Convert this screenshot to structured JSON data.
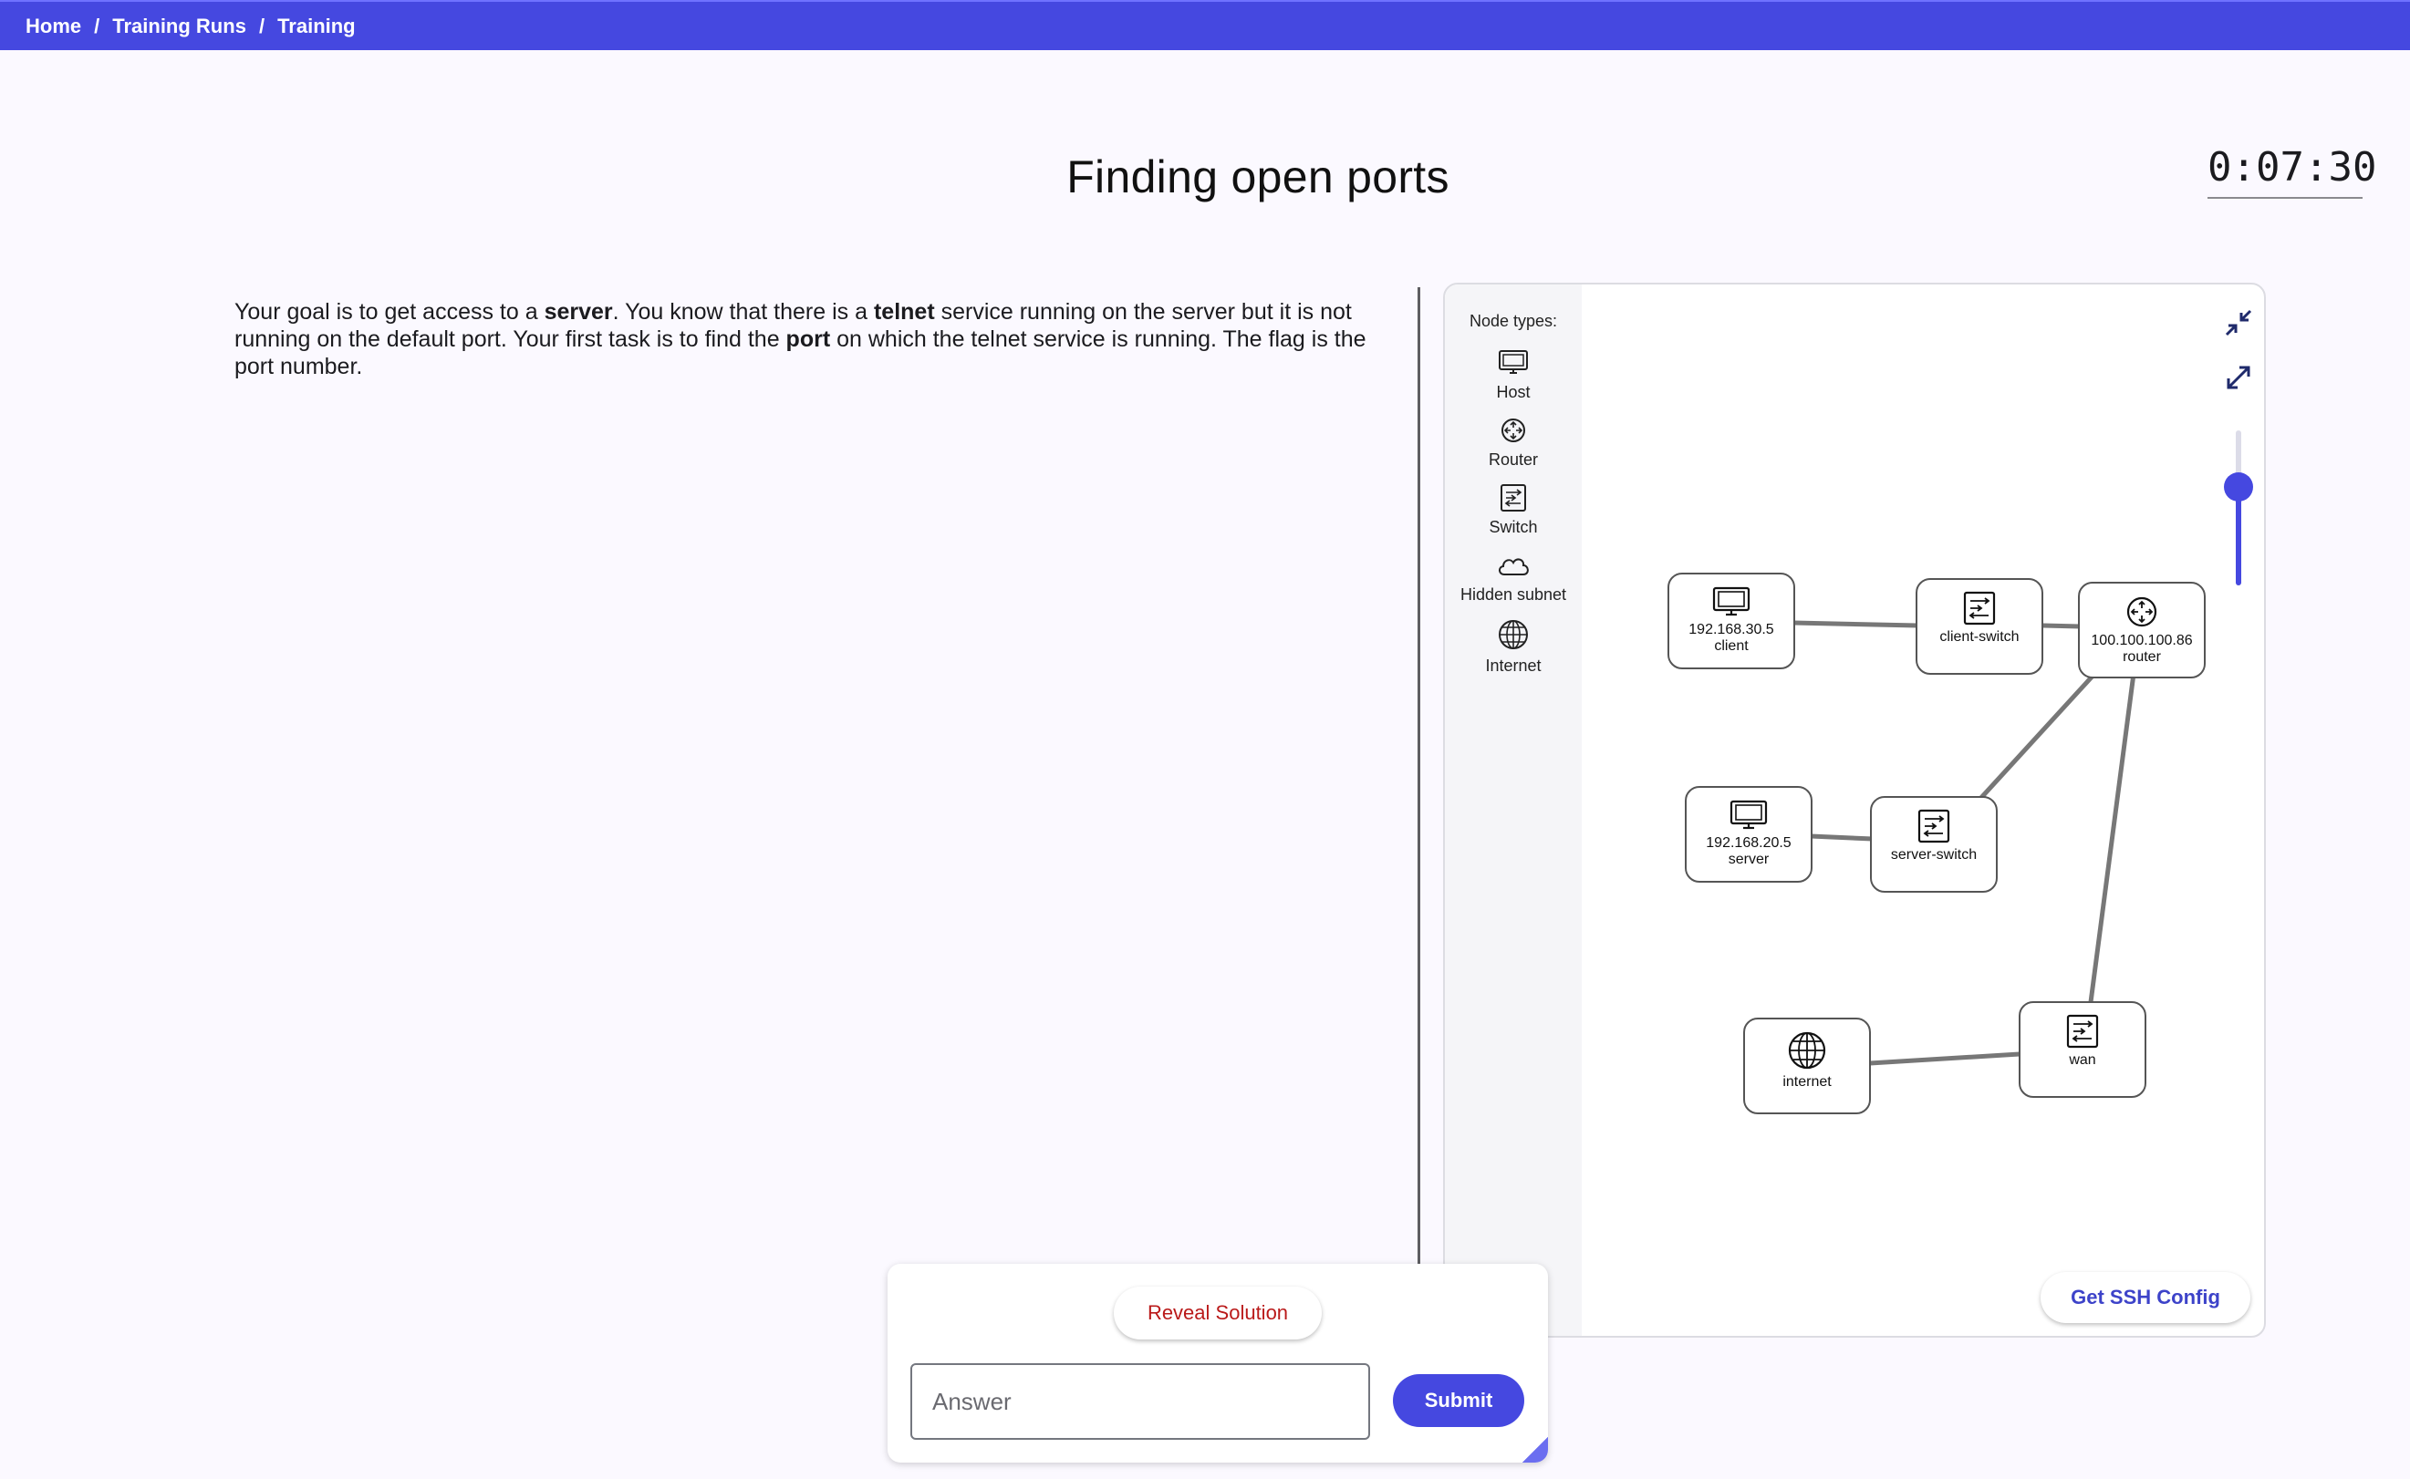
{
  "breadcrumb": [
    "Home",
    "Training Runs",
    "Training"
  ],
  "breadcrumb_separator": "/",
  "page_title": "Finding open ports",
  "timer": "0:07:30",
  "description": {
    "part1": "Your goal is to get access to a ",
    "bold1": "server",
    "part2": ". You know that there is a ",
    "bold2": "telnet",
    "part3": " service running on the server but it is not running on the default port. Your first task is to find the ",
    "bold3": "port",
    "part4": " on which the telnet service is running. The flag is the port number."
  },
  "legend": {
    "title": "Node types:",
    "items": [
      {
        "label": "Host",
        "icon": "host-icon"
      },
      {
        "label": "Router",
        "icon": "router-icon"
      },
      {
        "label": "Switch",
        "icon": "switch-icon"
      },
      {
        "label": "Hidden subnet",
        "icon": "cloud-icon"
      },
      {
        "label": "Internet",
        "icon": "globe-icon"
      }
    ]
  },
  "topology": {
    "nodes": [
      {
        "id": "client",
        "type": "host",
        "line1": "192.168.30.5",
        "line2": "client"
      },
      {
        "id": "client-switch",
        "type": "switch",
        "line1": "client-switch",
        "line2": ""
      },
      {
        "id": "router",
        "type": "router",
        "line1": "100.100.100.86",
        "line2": "router"
      },
      {
        "id": "server",
        "type": "host",
        "line1": "192.168.20.5",
        "line2": "server"
      },
      {
        "id": "server-switch",
        "type": "switch",
        "line1": "server-switch",
        "line2": ""
      },
      {
        "id": "internet",
        "type": "internet",
        "line1": "internet",
        "line2": ""
      },
      {
        "id": "wan",
        "type": "switch",
        "line1": "wan",
        "line2": ""
      }
    ],
    "links": [
      [
        "client",
        "client-switch"
      ],
      [
        "client-switch",
        "router"
      ],
      [
        "router",
        "server-switch"
      ],
      [
        "server",
        "server-switch"
      ],
      [
        "router",
        "wan"
      ],
      [
        "wan",
        "internet"
      ]
    ],
    "zoom_level": 0.85,
    "ssh_button": "Get SSH Config"
  },
  "answer": {
    "reveal_label": "Reveal Solution",
    "placeholder": "Answer",
    "value": "",
    "submit_label": "Submit"
  },
  "colors": {
    "primary": "#4548e0",
    "reveal": "#ba1a1a"
  }
}
